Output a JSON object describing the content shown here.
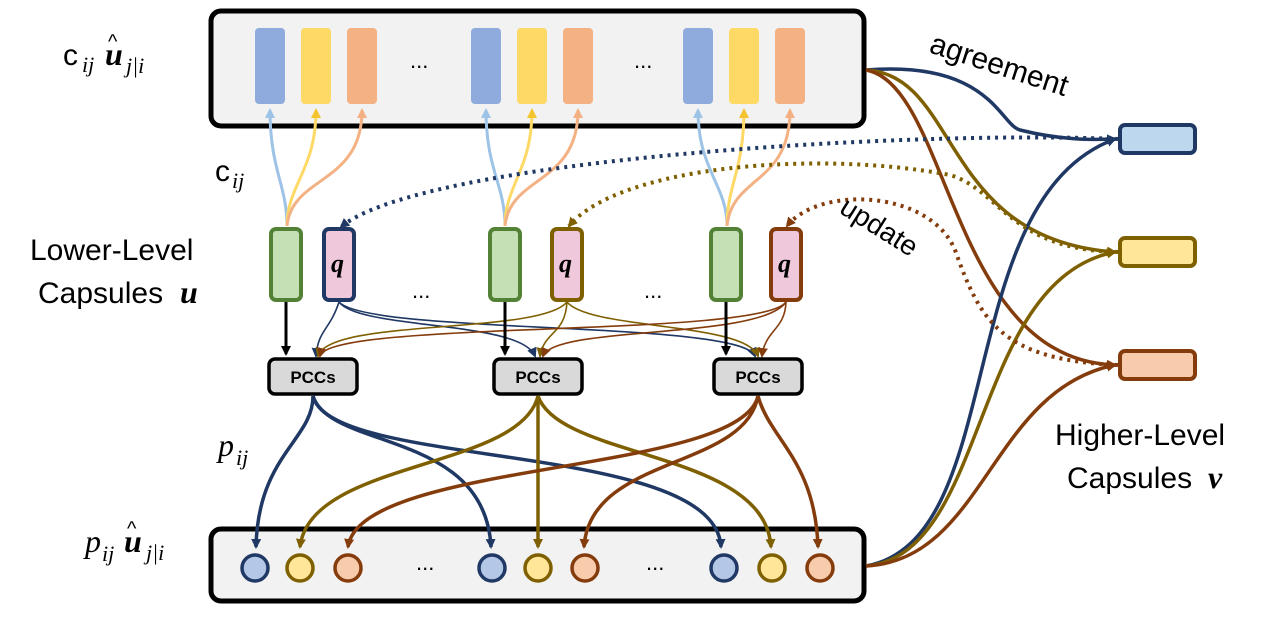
{
  "labels": {
    "cij_uhat": "c",
    "cij_uhat_sub": "ij",
    "cij_uhat_u": "u",
    "cij_uhat_jgi": "j|i",
    "cij": "c",
    "cij_sub": "ij",
    "lower_level_line1": "Lower-Level",
    "lower_level_line2": "Capsules",
    "lower_level_sym": "u",
    "pij": "p",
    "pij_sub": "ij",
    "pij_uhat": "p",
    "pij_uhat_sub": "ij",
    "pij_uhat_u": "u",
    "pij_uhat_jgi": "j|i",
    "agreement": "agreement",
    "update": "update",
    "higher_level_line1": "Higher-Level",
    "higher_level_line2": "Capsules",
    "higher_level_sym": "v",
    "q": "q",
    "pcc": "PCCs",
    "ellipsis": "..."
  },
  "colors": {
    "blue_fill": "#8faadc",
    "yellow_fill": "#ffd966",
    "orange_fill": "#f4b183",
    "green_fill": "#c5e0b4",
    "green_stroke": "#538135",
    "pink_fill": "#f0c8dc",
    "navy": "#1f3864",
    "olive": "#7f6000",
    "brown": "#843c0c",
    "light_blue_arrow": "#9dc3e6",
    "light_yellow_arrow": "#ffd966",
    "light_orange_arrow": "#f4b183",
    "box_fill": "#f2f2f2",
    "pcc_fill": "#d9d9d9",
    "hl_blue": "#bdd7ee",
    "hl_yellow": "#ffe699",
    "hl_orange": "#f8cbad"
  },
  "icons": {
    "top_bars": "colored-prediction-bars",
    "bottom_circles": "weighted-prediction-circles"
  }
}
